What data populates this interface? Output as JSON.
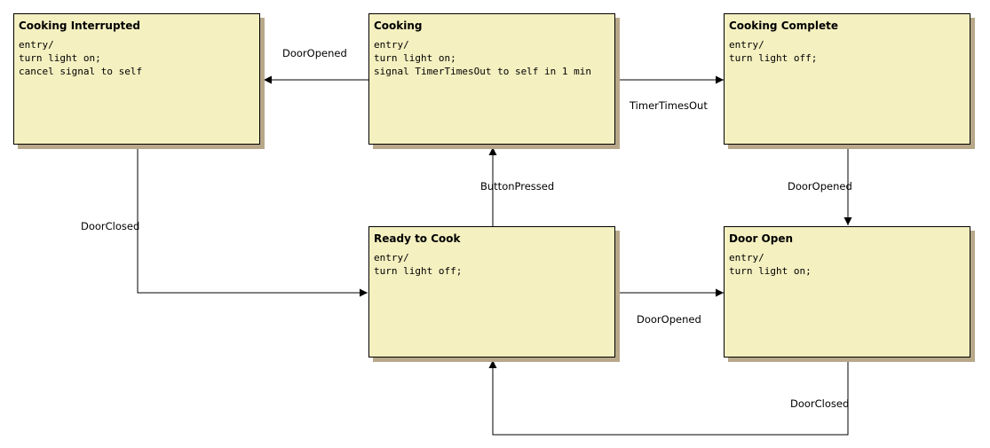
{
  "states": [
    {
      "id": "cooking-interrupted",
      "title": "Cooking Interrupted",
      "lines": [
        "entry/",
        "turn light on;",
        "cancel signal to self"
      ]
    },
    {
      "id": "cooking",
      "title": "Cooking",
      "lines": [
        "entry/",
        "turn light on;",
        "signal TimerTimesOut to self in 1 min"
      ]
    },
    {
      "id": "cooking-complete",
      "title": "Cooking Complete",
      "lines": [
        "entry/",
        "turn light off;"
      ]
    },
    {
      "id": "ready-to-cook",
      "title": "Ready to Cook",
      "lines": [
        "entry/",
        "turn light off;"
      ]
    },
    {
      "id": "door-open",
      "title": "Door Open",
      "lines": [
        "entry/",
        "turn light on;"
      ]
    }
  ],
  "transitions": [
    {
      "id": "cooking-to-interrupted",
      "label": "DoorOpened"
    },
    {
      "id": "cooking-to-complete",
      "label": "TimerTimesOut"
    },
    {
      "id": "complete-to-door-open",
      "label": "DoorOpened"
    },
    {
      "id": "interrupted-to-ready",
      "label": "DoorClosed"
    },
    {
      "id": "ready-to-cooking",
      "label": "ButtonPressed"
    },
    {
      "id": "ready-to-door-open",
      "label": "DoorOpened"
    },
    {
      "id": "door-open-to-ready",
      "label": "DoorClosed"
    }
  ],
  "colors": {
    "state_fill": "#f4f0c0",
    "state_shadow": "#b8a88a",
    "line": "#000000"
  }
}
